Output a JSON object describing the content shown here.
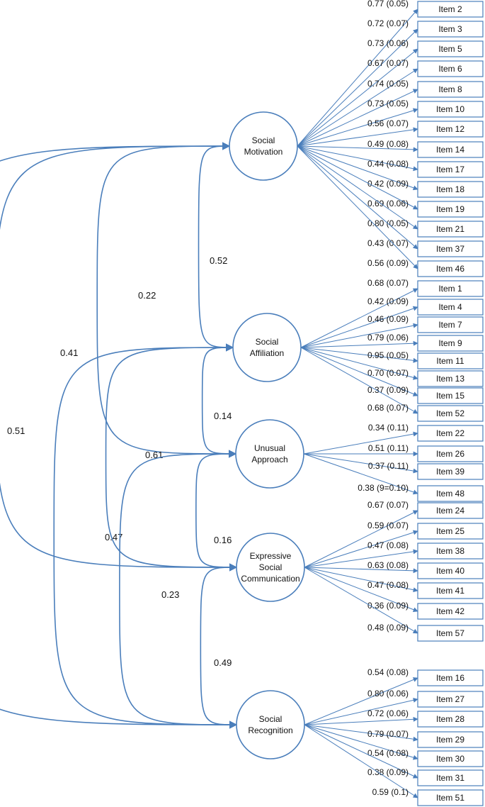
{
  "colors": {
    "line": "#4a7ebb",
    "text": "#111111",
    "background": "#ffffff"
  },
  "factors": [
    {
      "id": "sm",
      "lines": [
        "Social",
        "Motivation"
      ]
    },
    {
      "id": "sa",
      "lines": [
        "Social",
        "Affiliation"
      ]
    },
    {
      "id": "ua",
      "lines": [
        "Unusual",
        "Approach"
      ]
    },
    {
      "id": "esc",
      "lines": [
        "Expressive",
        "Social",
        "Communication"
      ]
    },
    {
      "id": "sr",
      "lines": [
        "Social",
        "Recognition"
      ]
    }
  ],
  "items": [
    {
      "label": "Item 2",
      "factor": "sm",
      "loading": "0.77 (0.05)"
    },
    {
      "label": "Item 3",
      "factor": "sm",
      "loading": "0.72 (0.07)"
    },
    {
      "label": "Item 5",
      "factor": "sm",
      "loading": "0.73 (0.06)"
    },
    {
      "label": "Item 6",
      "factor": "sm",
      "loading": "0.67 (0.07)"
    },
    {
      "label": "Item 8",
      "factor": "sm",
      "loading": "0.74 (0.05)"
    },
    {
      "label": "Item 10",
      "factor": "sm",
      "loading": "0.73 (0.05)"
    },
    {
      "label": "Item 12",
      "factor": "sm",
      "loading": "0.56 (0.07)"
    },
    {
      "label": "Item 14",
      "factor": "sm",
      "loading": "0.49 (0.08)"
    },
    {
      "label": "Item 17",
      "factor": "sm",
      "loading": "0.44 (0.08)"
    },
    {
      "label": "Item 18",
      "factor": "sm",
      "loading": "0.42 (0.09)"
    },
    {
      "label": "Item 19",
      "factor": "sm",
      "loading": "0.69 (0.06)"
    },
    {
      "label": "Item 21",
      "factor": "sm",
      "loading": "0.80 (0.05)"
    },
    {
      "label": "Item 37",
      "factor": "sm",
      "loading": "0.43 (0.07)"
    },
    {
      "label": "Item 46",
      "factor": "sm",
      "loading": "0.56 (0.09)"
    },
    {
      "label": "Item 1",
      "factor": "sa",
      "loading": "0.68 (0.07)"
    },
    {
      "label": "Item 4",
      "factor": "sa",
      "loading": "0.42 (0.09)"
    },
    {
      "label": "Item 7",
      "factor": "sa",
      "loading": "0.46 (0.09)"
    },
    {
      "label": "Item 9",
      "factor": "sa",
      "loading": "0.79 (0.06)"
    },
    {
      "label": "Item 11",
      "factor": "sa",
      "loading": "0.95 (0.05)"
    },
    {
      "label": "Item 13",
      "factor": "sa",
      "loading": "0.70 (0.07)"
    },
    {
      "label": "Item 15",
      "factor": "sa",
      "loading": "0.37 (0.09)"
    },
    {
      "label": "Item 52",
      "factor": "sa",
      "loading": "0.68 (0.07)"
    },
    {
      "label": "Item 22",
      "factor": "ua",
      "loading": "0.34 (0.11)"
    },
    {
      "label": "Item 26",
      "factor": "ua",
      "loading": "0.51 (0.11)"
    },
    {
      "label": "Item 39",
      "factor": "ua",
      "loading": "0.37 (0.11)"
    },
    {
      "label": "Item 48",
      "factor": "ua",
      "loading": "0.38 (9=0.10)"
    },
    {
      "label": "Item 24",
      "factor": "esc",
      "loading": "0.67 (0.07)"
    },
    {
      "label": "Item 25",
      "factor": "esc",
      "loading": "0.59 (0.07)"
    },
    {
      "label": "Item 38",
      "factor": "esc",
      "loading": "0.47 (0.08)"
    },
    {
      "label": "Item 40",
      "factor": "esc",
      "loading": "0.63 (0.08)"
    },
    {
      "label": "Item 41",
      "factor": "esc",
      "loading": "0.47 (0.08)"
    },
    {
      "label": "Item 42",
      "factor": "esc",
      "loading": "0.36 (0.09)"
    },
    {
      "label": "Item 57",
      "factor": "esc",
      "loading": "0.48 (0.09)"
    },
    {
      "label": "Item 16",
      "factor": "sr",
      "loading": "0.54 (0.08)"
    },
    {
      "label": "Item 27",
      "factor": "sr",
      "loading": "0.80 (0.06)"
    },
    {
      "label": "Item 28",
      "factor": "sr",
      "loading": "0.72 (0.06)"
    },
    {
      "label": "Item 29",
      "factor": "sr",
      "loading": "0.79 (0.07)"
    },
    {
      "label": "Item 30",
      "factor": "sr",
      "loading": "0.54 (0.08)"
    },
    {
      "label": "Item 31",
      "factor": "sr",
      "loading": "0.38 (0.09)"
    },
    {
      "label": "Item 51",
      "factor": "sr",
      "loading": "0.59 (0.1)"
    }
  ],
  "correlations": [
    {
      "from": "sm",
      "to": "sa",
      "value": "0.52"
    },
    {
      "from": "sm",
      "to": "ua",
      "value": "0.22"
    },
    {
      "from": "sm",
      "to": "esc",
      "value": "0.41"
    },
    {
      "from": "sm",
      "to": "sr",
      "value": "0.51"
    },
    {
      "from": "sa",
      "to": "ua",
      "value": "0.14"
    },
    {
      "from": "sa",
      "to": "esc",
      "value": "0.61"
    },
    {
      "from": "sa",
      "to": "sr",
      "value": "0.47"
    },
    {
      "from": "ua",
      "to": "esc",
      "value": "0.16"
    },
    {
      "from": "ua",
      "to": "sr",
      "value": "0.23"
    },
    {
      "from": "esc",
      "to": "sr",
      "value": "0.49"
    }
  ]
}
